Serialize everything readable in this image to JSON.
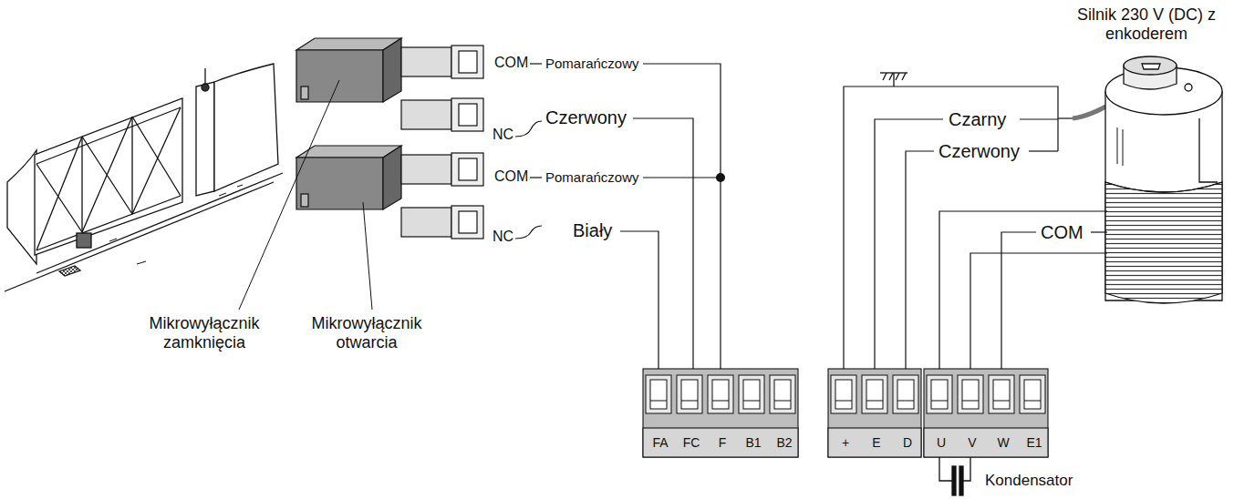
{
  "diagram": {
    "labels": [
      "Silnik 230 V (DC) z enkoderem",
      "COM",
      "Pomarańczowy",
      "NC",
      "Czerwony",
      "COM",
      "Pomarańczowy",
      "NC",
      "Biały",
      "Mikrowyłącznik zamknięcia",
      "Mikrowyłącznik otwarcia",
      "Czarny",
      "Czerwony",
      "COM",
      "FA",
      "FC",
      "F",
      "B1",
      "B2",
      "+",
      "E",
      "D",
      "U",
      "V",
      "W",
      "E1",
      "Kondensator"
    ]
  }
}
